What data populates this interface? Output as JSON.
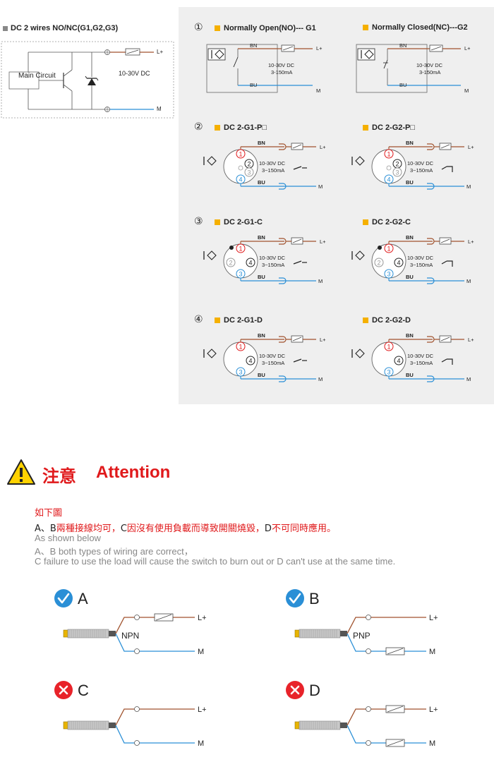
{
  "left_diagram": {
    "title": "DC 2 wires NO/NC(G1,G2,G3)",
    "main_circuit": "Main Circuit",
    "voltage": "10-30V DC",
    "l_plus": "L+",
    "m": "M"
  },
  "panel": {
    "g1_no_num": "①",
    "g1_no_title": "Normally Open(NO)--- G1",
    "g2_nc_title": "Normally Closed(NC)---G2",
    "bn": "BN",
    "bu": "BU",
    "lplus": "L+",
    "m": "M",
    "v1": "10-30V DC",
    "v2": "3-150mA",
    "v2_alt": "3~150mA",
    "section2_num": "②",
    "section2_left": "DC 2-G1-P□",
    "section2_right": "DC 2-G2-P□",
    "section3_num": "③",
    "section3_left": "DC 2-G1-C",
    "section3_right": "DC 2-G2-C",
    "section4_num": "④",
    "section4_left": "DC 2-G1-D",
    "section4_right": "DC 2-G2-D",
    "pin1": "1",
    "pin2": "2",
    "pin3": "3",
    "pin4": "4"
  },
  "attention": {
    "title_cn": "注意",
    "title_en": "Attention",
    "as_below_cn": "如下圖",
    "line_cn_prefix": "A、B",
    "line_cn_red": "兩種接線均可，",
    "line_cn_c": "C",
    "line_cn_mid": "因沒有使用負載而導致開關燒毀，",
    "line_cn_d": "D",
    "line_cn_end": "不可同時應用。",
    "as_below_en": "As shown below",
    "line_en1": "A、B both types of wiring are correct，",
    "line_en2": "C failure to use the load will cause the switch to burn out or D can't use at the same time."
  },
  "examples": [
    {
      "letter": "A",
      "status": "correct",
      "type": "NPN"
    },
    {
      "letter": "B",
      "status": "correct",
      "type": "PNP"
    },
    {
      "letter": "C",
      "status": "wrong",
      "type": ""
    },
    {
      "letter": "D",
      "status": "wrong",
      "type": ""
    }
  ],
  "example_labels": {
    "lplus": "L+",
    "m": "M"
  },
  "colors": {
    "brown": "#a0522d",
    "blue": "#2a8fd6",
    "orange_square": "#f5b000",
    "red": "#e0191b",
    "panel_bg": "#efefef"
  }
}
